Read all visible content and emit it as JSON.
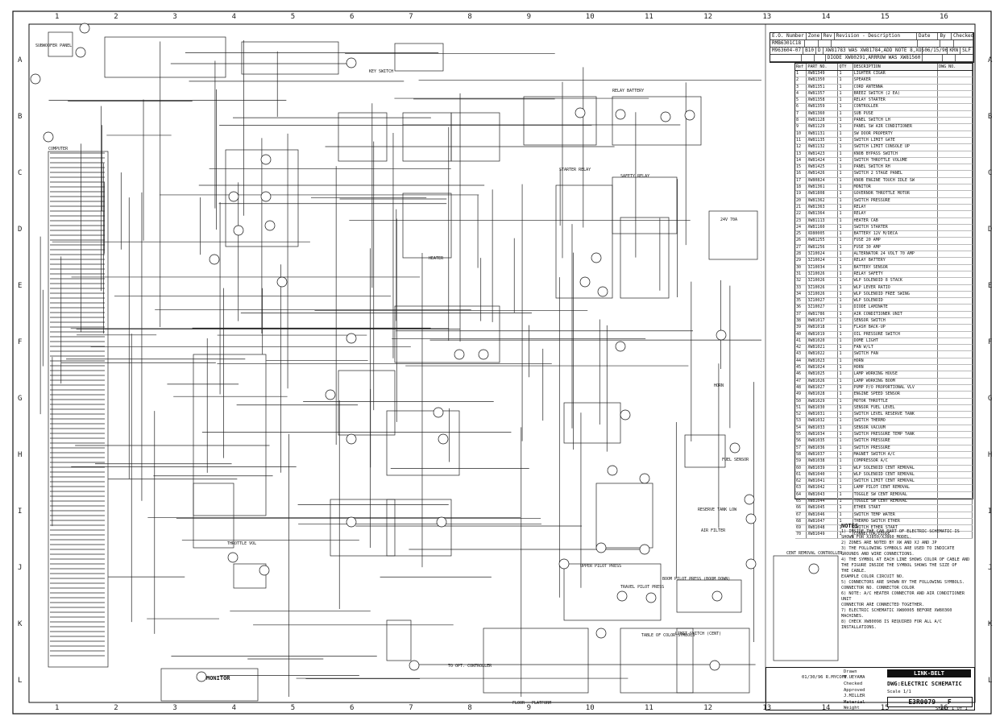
{
  "ruler": {
    "numbers": [
      "1",
      "2",
      "3",
      "4",
      "5",
      "6",
      "7",
      "8",
      "9",
      "10",
      "11",
      "12",
      "13",
      "14",
      "15",
      "16"
    ],
    "letters": [
      "A",
      "B",
      "C",
      "D",
      "E",
      "F",
      "G",
      "H",
      "I",
      "J",
      "K",
      "L"
    ]
  },
  "revision": {
    "headers": [
      "E.O. Number",
      "Zone",
      "Rev",
      "Revision - Description",
      "Date",
      "By",
      "Checked"
    ],
    "rows": [
      [
        "RMB6301C18",
        "",
        "",
        "",
        "",
        "",
        ""
      ],
      [
        "M963604-07",
        "B10",
        "D",
        "XW81783 WAS XW81784,ADD NOTE 8,XOS",
        "06/15/96",
        "KRN",
        "SLF"
      ],
      [
        "",
        "",
        "",
        "DIODE XW80291,ARRROW WAS XW81560",
        "",
        "",
        ""
      ]
    ]
  },
  "parts": {
    "headers": [
      "Ref",
      "PART NO.",
      "QTY",
      "DESCRIPTION",
      "DWG NO."
    ],
    "rows": [
      [
        "1",
        "XW81349",
        "1",
        "LIGHTER CIGAR",
        ""
      ],
      [
        "2",
        "XW81350",
        "1",
        "SPEAKER",
        ""
      ],
      [
        "3",
        "XW81351",
        "1",
        "CORD ANTENNA",
        ""
      ],
      [
        "4",
        "XW81357",
        "1",
        "BREEZ SWITCH (2 EA)",
        ""
      ],
      [
        "5",
        "XW81358",
        "1",
        "RELAY STARTER",
        ""
      ],
      [
        "6",
        "XW81359",
        "1",
        "CONTROLLER",
        ""
      ],
      [
        "7",
        "XW81360",
        "1",
        "SUB PUSE",
        ""
      ],
      [
        "8",
        "XW81128",
        "1",
        "PANEL SWITCH LH",
        ""
      ],
      [
        "9",
        "XW81129",
        "1",
        "PANEL SW AIR CONDITIONER",
        ""
      ],
      [
        "10",
        "XW81131",
        "1",
        "SW DOOR PROPERTY",
        ""
      ],
      [
        "11",
        "XW81135",
        "1",
        "SWITCH LIMIT GATE",
        ""
      ],
      [
        "12",
        "XW81132",
        "1",
        "SWITCH LIMIT CONSOLE UP",
        ""
      ],
      [
        "13",
        "XW81423",
        "1",
        "KNOB BYPASS SWITCH",
        ""
      ],
      [
        "14",
        "XW81424",
        "1",
        "SWITCH THROTTLE VOLUME",
        ""
      ],
      [
        "15",
        "XW81425",
        "1",
        "PANEL SWITCH RH",
        ""
      ],
      [
        "16",
        "XW81426",
        "1",
        "SWITCH 2 STAGE PANEL",
        ""
      ],
      [
        "17",
        "XW80824",
        "1",
        "KNOB ENGINE TOUCH IDLE SW",
        ""
      ],
      [
        "18",
        "XW81361",
        "1",
        "MONITOR",
        ""
      ],
      [
        "19",
        "XW81808",
        "1",
        "GOVERNOR THROTTLE MOTOR",
        ""
      ],
      [
        "20",
        "XW81362",
        "1",
        "SWITCH PRESSURE",
        ""
      ],
      [
        "21",
        "XW81363",
        "1",
        "RELAY",
        ""
      ],
      [
        "22",
        "XW81364",
        "1",
        "RELAY",
        ""
      ],
      [
        "23",
        "XW81113",
        "1",
        "HEATER CAB",
        ""
      ],
      [
        "24",
        "XW81160",
        "1",
        "SWITCH STARTER",
        ""
      ],
      [
        "25",
        "XD80005",
        "1",
        "BATTERY 12V M/DECA",
        ""
      ],
      [
        "26",
        "XW81255",
        "1",
        "FUSE 20 AMP",
        ""
      ],
      [
        "27",
        "XW81256",
        "1",
        "FUSE 30 AMP",
        ""
      ],
      [
        "28",
        "3Z10024",
        "1",
        "ALTERNATOR 24 VOLT 70 AMP",
        ""
      ],
      [
        "29",
        "3Z10024",
        "1",
        "RELAY BATTERY",
        ""
      ],
      [
        "30",
        "3Z10034",
        "1",
        "BATTERY SENSOR",
        ""
      ],
      [
        "31",
        "3Z10026",
        "1",
        "RELAY SAFETY",
        ""
      ],
      [
        "32",
        "3Z10026",
        "1",
        "WLP SOLENOID 8 STACK",
        ""
      ],
      [
        "33",
        "3Z10026",
        "1",
        "WLP LEVER RATIO",
        ""
      ],
      [
        "34",
        "3Z10026",
        "1",
        "WLP SOLENOID FREE SWING",
        ""
      ],
      [
        "35",
        "3Z10027",
        "1",
        "WLP SOLENOID",
        ""
      ],
      [
        "36",
        "3Z10027",
        "1",
        "DIODE LAMINATE",
        ""
      ],
      [
        "37",
        "XW81786",
        "1",
        "AIR CONDITIONER UNIT",
        ""
      ],
      [
        "38",
        "XW81017",
        "1",
        "SENSOR SWITCH",
        ""
      ],
      [
        "39",
        "XW81018",
        "1",
        "FLASH BACK-UP",
        ""
      ],
      [
        "40",
        "XW81019",
        "1",
        "OIL PRESSURE SWITCH",
        ""
      ],
      [
        "41",
        "XW81020",
        "1",
        "DOME LIGHT",
        ""
      ],
      [
        "42",
        "XW81021",
        "1",
        "FAN W/LT",
        ""
      ],
      [
        "43",
        "XW81022",
        "1",
        "SWITCH FAN",
        ""
      ],
      [
        "44",
        "XW81023",
        "1",
        "HORN",
        ""
      ],
      [
        "45",
        "XW81024",
        "1",
        "HORN",
        ""
      ],
      [
        "46",
        "XW81025",
        "1",
        "LAMP WORKING HOUSE",
        ""
      ],
      [
        "47",
        "XW81026",
        "1",
        "LAMP WORKING BOOM",
        ""
      ],
      [
        "48",
        "XW81027",
        "1",
        "PUMP P/O PROPORTIONAL VLV",
        ""
      ],
      [
        "49",
        "XW81028",
        "1",
        "ENGINE SPEED SENSOR",
        ""
      ],
      [
        "50",
        "XW81029",
        "1",
        "MOTOR THROTTLE",
        ""
      ],
      [
        "51",
        "XW81030",
        "1",
        "SENSOR FUEL LEVEL",
        ""
      ],
      [
        "52",
        "XW81031",
        "1",
        "SWITCH LEVEL RESERVE TANK",
        ""
      ],
      [
        "53",
        "XW81032",
        "1",
        "SWITCH THERMO",
        ""
      ],
      [
        "54",
        "XW81033",
        "1",
        "SENSOR VACUUM",
        ""
      ],
      [
        "55",
        "XW81034",
        "1",
        "SWITCH PRESSURE TEMP TANK",
        ""
      ],
      [
        "56",
        "XW81035",
        "1",
        "SWITCH PRESSURE",
        ""
      ],
      [
        "57",
        "XW81036",
        "1",
        "SWITCH PRESSURE",
        ""
      ],
      [
        "58",
        "XW81037",
        "1",
        "MAGNET SWITCH A/C",
        ""
      ],
      [
        "59",
        "XW81038",
        "1",
        "COMPRESSOR A/C",
        ""
      ],
      [
        "60",
        "XW81039",
        "1",
        "WLP SOLENOID CENT REMOVAL",
        ""
      ],
      [
        "61",
        "XW81040",
        "1",
        "WLP SOLENOID CENT REMOVAL",
        ""
      ],
      [
        "62",
        "XW81041",
        "1",
        "SWITCH LIMIT CENT REMOVAL",
        ""
      ],
      [
        "63",
        "XW81042",
        "1",
        "LAMP PILOT CENT REMOVAL",
        ""
      ],
      [
        "64",
        "XW81043",
        "1",
        "TOGGLE SW CENT REMOVAL",
        ""
      ],
      [
        "65",
        "XW81044",
        "1",
        "TOGGLE SW CENT REMOVAL",
        ""
      ],
      [
        "66",
        "XW81045",
        "1",
        "ETHER START",
        ""
      ],
      [
        "67",
        "XW81046",
        "1",
        "SWITCH TEMP WATER",
        ""
      ],
      [
        "68",
        "XW81047",
        "1",
        "THERMO SWITCH ETHER",
        ""
      ],
      [
        "69",
        "XW81048",
        "1",
        "SWITCH ETHER START",
        ""
      ],
      [
        "70",
        "XW81049",
        "1",
        "CONNECTOR/DIODE",
        ""
      ]
    ]
  },
  "notes": {
    "title": "NOTES",
    "lines": [
      "1) INSIDE THE CAB PART OF ELECTRIC SCHEMATIC IS",
      "   SHOWN FOR XJ850/XJ860 MODEL.",
      "2) ZONES ARE NOTED BY XW AND XJ AND JP",
      "3) THE FOLLOWING SYMBOLS ARE USED TO INDICATE",
      "   GROUNDS AND WIRE CONNECTIONS.",
      "4) THE SYMBOL AT EACH LINE SHOWS COLOR OF CABLE AND",
      "   THE FIGURE INSIDE THE SYMBOL SHOWS THE SIZE OF",
      "   THE CABLE.",
      "   EXAMPLE   COLOR  CIRCUIT NO.",
      "5) CONNECTORS ARE SHOWN BY THE FOLLOWING SYMBOLS.",
      "   CONNECTOR NO.    CONNECTOR COLOR",
      "6) NOTE: A/C HEATER CONNECTOR AND AIR CONDITIONER UNIT",
      "   CONNECTOR ARE CONNECTED TOGETHER.",
      "7) ELECTRIC SCHEMATIC XW80005 BEFORE XW80360",
      "   MACHINES.",
      "8) CHECK XW80098 IS REQUIRED FOR ALL A/C INSTALLATIONS."
    ]
  },
  "titleblock": {
    "logo": "LINK-BELT",
    "dwg": "DWG:ELECTRIC SCHEMATIC",
    "number": "E3R0079",
    "rev": "F",
    "scale": "Scale  1/1",
    "sheet": "Sheet 1 Of 1",
    "drawn": "Drawn",
    "drawn_by": "N.UEYAMA",
    "checked": "Checked",
    "approved": "Approved",
    "approved_by": "J.MILLER",
    "date": "01/30/96 R.MYCOFF",
    "material": "Material",
    "weight": "Weight"
  },
  "labels": {
    "sub_woofer": "SUBWOOFER PANEL",
    "computer": "COMPUTER",
    "monitor": "MONITOR",
    "heater": "HEATER",
    "alternator": "24V 70A",
    "safety_relay": "SAFETY RELAY",
    "starter_relay": "STARTER RELAY",
    "relay_battery": "RELAY BATTERY",
    "fuel_sensor": "FUEL SENSOR",
    "reserve_tank": "RESERVE TANK LOW",
    "air_filter": "AIR FILTER",
    "upper_pilot": "UPPER PILOT PRESS",
    "travel_pilot": "TRAVEL PILOT PRESS",
    "boom_pilot": "BOOM PILOT PRESS (BOOM DOWN)",
    "limit_switch": "LIMIT SWITCH (CENT)",
    "throttle_vol": "THROTTLE VOL",
    "cent_removal": "CENT REMOVAL CONTROLLER",
    "to_opt": "TO OPT. CONTROLLER",
    "floor": "FLOOR",
    "platform": "PLATFORM",
    "key_switch": "KEY SWITCH",
    "horn": "HORN",
    "color_table": "TABLE OF COLOR SYMBOLS"
  }
}
